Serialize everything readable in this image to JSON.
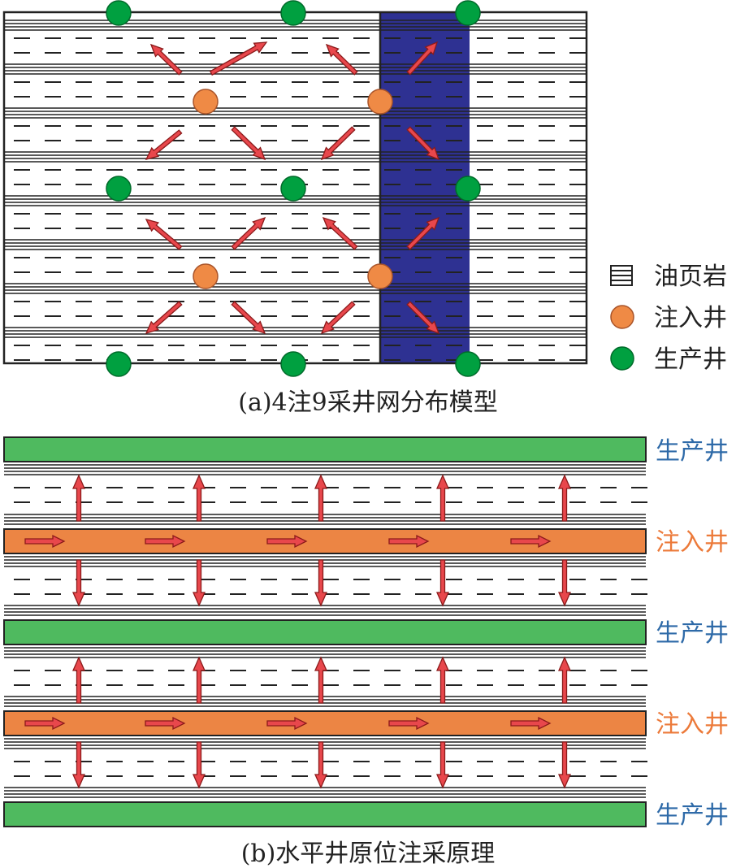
{
  "panel_a": {
    "caption": "(a)4注9采井网分布模型",
    "legend": {
      "shale_label": "油页岩",
      "injection_label": "注入井",
      "production_label": "生产井"
    }
  },
  "panel_b": {
    "caption": "(b)水平井原位注采原理",
    "labels": {
      "production_1": "生产井",
      "injection_1": "注入井",
      "production_2": "生产井",
      "injection_2": "注入井",
      "production_3": "生产井"
    }
  },
  "colors": {
    "production_well": "#00a040",
    "injection_well": "#ef8a45",
    "fracture_zone": "#2e3192",
    "arrow_fill": "#e8474c",
    "arrow_stroke": "#8b1a1a",
    "green_bar": "#4fba5f",
    "orange_bar": "#ec8544",
    "production_text": "#2e6aa8",
    "injection_text": "#ec7a3a"
  }
}
